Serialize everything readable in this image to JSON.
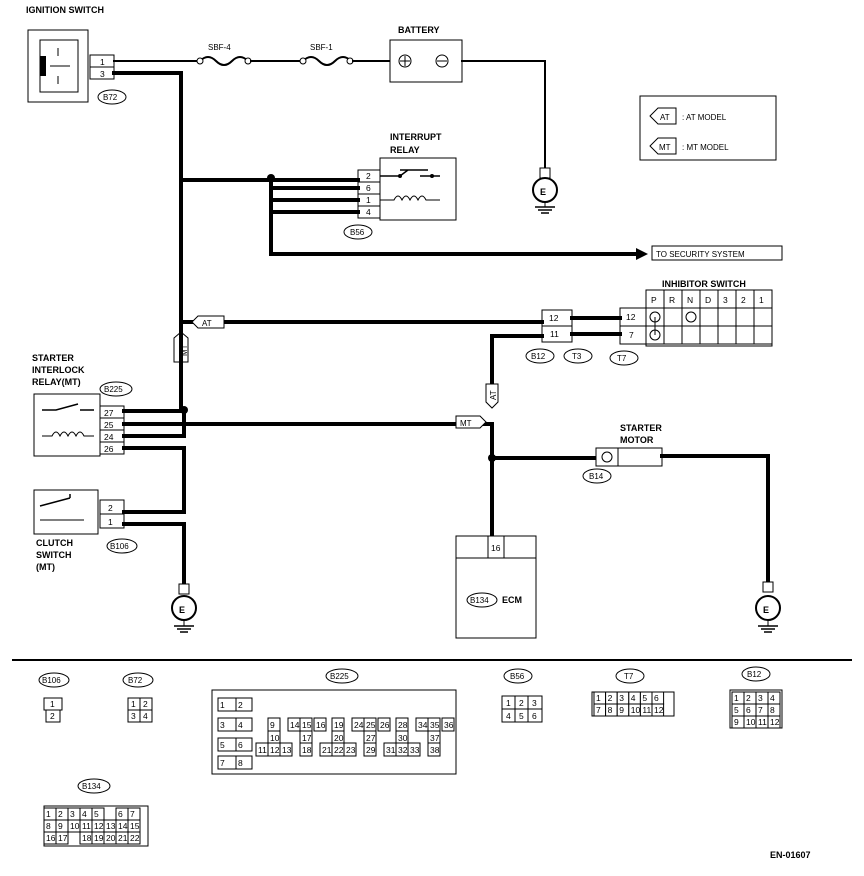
{
  "components": {
    "ignition_switch": "IGNITION SWITCH",
    "battery": "BATTERY",
    "sbf4": "SBF-4",
    "sbf1": "SBF-1",
    "interrupt_relay_1": "INTERRUPT",
    "interrupt_relay_2": "RELAY",
    "security": "TO SECURITY SYSTEM",
    "inhibitor_switch": "INHIBITOR SWITCH",
    "starter_interlock_1": "STARTER",
    "starter_interlock_2": "INTERLOCK",
    "starter_interlock_3": "RELAY(MT)",
    "clutch_1": "CLUTCH",
    "clutch_2": "SWITCH",
    "clutch_3": "(MT)",
    "starter_motor_1": "STARTER",
    "starter_motor_2": "MOTOR",
    "ecm": "ECM",
    "ground": "E"
  },
  "legend": {
    "at_tag": "AT",
    "at_text": ": AT MODEL",
    "mt_tag": "MT",
    "mt_text": ": MT MODEL"
  },
  "connectors": {
    "b72": "B72",
    "b56": "B56",
    "b225": "B225",
    "b106": "B106",
    "b12": "B12",
    "t3": "T3",
    "t7": "T7",
    "b14": "B14",
    "b134": "B134"
  },
  "inhibitor_positions": [
    "P",
    "R",
    "N",
    "D",
    "3",
    "2",
    "1"
  ],
  "ecm_pin": "16",
  "footer_code": "EN-01607"
}
